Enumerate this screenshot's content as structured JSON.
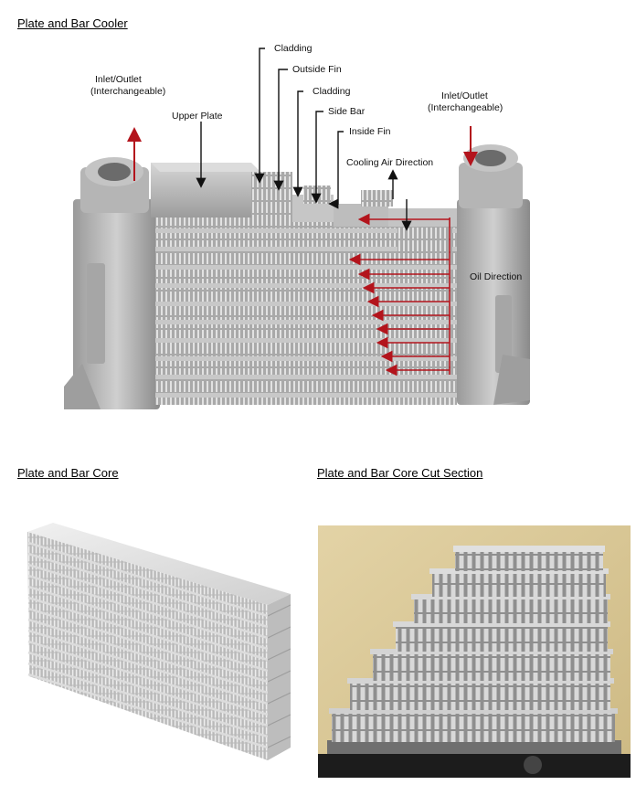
{
  "headings": {
    "cooler": "Plate and Bar Cooler",
    "core": "Plate and Bar Core",
    "cut_section": "Plate and Bar Core Cut Section"
  },
  "cooler_labels": {
    "inlet_left_1": "Inlet/Outlet",
    "inlet_left_2": "(Interchangeable)",
    "upper_plate": "Upper Plate",
    "cladding_top": "Cladding",
    "outside_fin": "Outside Fin",
    "cladding_2": "Cladding",
    "side_bar": "Side Bar",
    "inside_fin": "Inside Fin",
    "cooling_air": "Cooling Air Direction",
    "inlet_right_1": "Inlet/Outlet",
    "inlet_right_2": "(Interchangeable)",
    "oil_direction": "Oil Direction"
  },
  "colors": {
    "arrow_red": "#b3141c",
    "metal_light": "#c9c9c9",
    "metal_dark": "#8e8e8e",
    "wall_tan": "#d8c79b"
  }
}
